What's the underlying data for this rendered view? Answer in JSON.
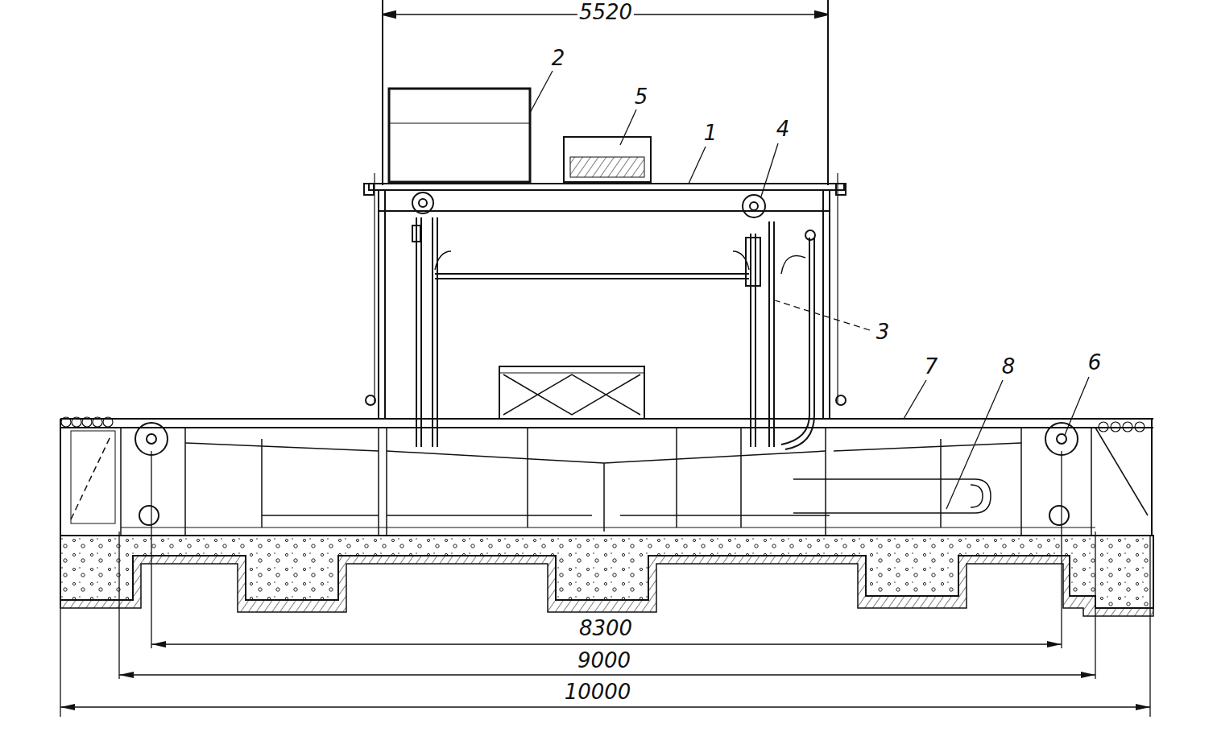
{
  "diagram": {
    "labels": [
      "5520",
      "2",
      "5",
      "1",
      "4",
      "3",
      "7",
      "8",
      "6",
      "8300",
      "9000",
      "10000"
    ]
  }
}
